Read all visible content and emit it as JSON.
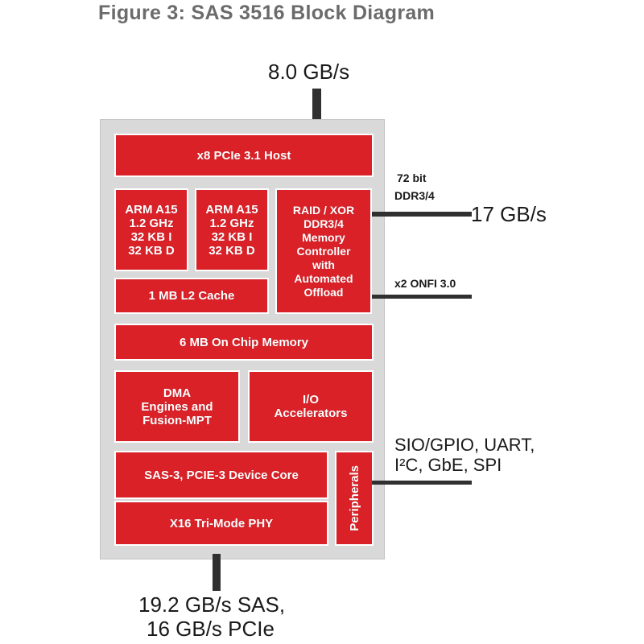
{
  "title": "Figure 3: SAS 3516 Block Diagram",
  "blocks": {
    "pcie_host": "x8 PCIe 3.1 Host",
    "arm1": "ARM A15\n1.2 GHz\n32 KB I\n32 KB D",
    "arm2": "ARM A15\n1.2 GHz\n32 KB I\n32 KB D",
    "raid": "RAID / XOR\nDDR3/4\nMemory\nController\nwith\nAutomated\nOffload",
    "l2_cache": "1 MB L2 Cache",
    "onchip_memory": "6 MB On Chip Memory",
    "dma": "DMA\nEngines and\nFusion-MPT",
    "io_accel": "I/O\nAccelerators",
    "sas_core": "SAS-3, PCIE-3 Device Core",
    "phy": "X16 Tri-Mode PHY",
    "peripherals": "Peripherals"
  },
  "labels": {
    "top_bandwidth": "8.0 GB/s",
    "ddr_width": "72 bit",
    "ddr_type": "DDR3/4",
    "ddr_bandwidth": "17 GB/s",
    "onfi": "x2 ONFI 3.0",
    "periph_line1": "SIO/GPIO, UART,",
    "periph_line2": "I²C, GbE, SPI",
    "bottom_line1": "19.2 GB/s SAS,",
    "bottom_line2": "16 GB/s PCIe"
  },
  "colors": {
    "block_red": "#da2128",
    "chip_gray": "#d9d9d9",
    "connector": "#303030",
    "title_gray": "#6b6b6b"
  }
}
